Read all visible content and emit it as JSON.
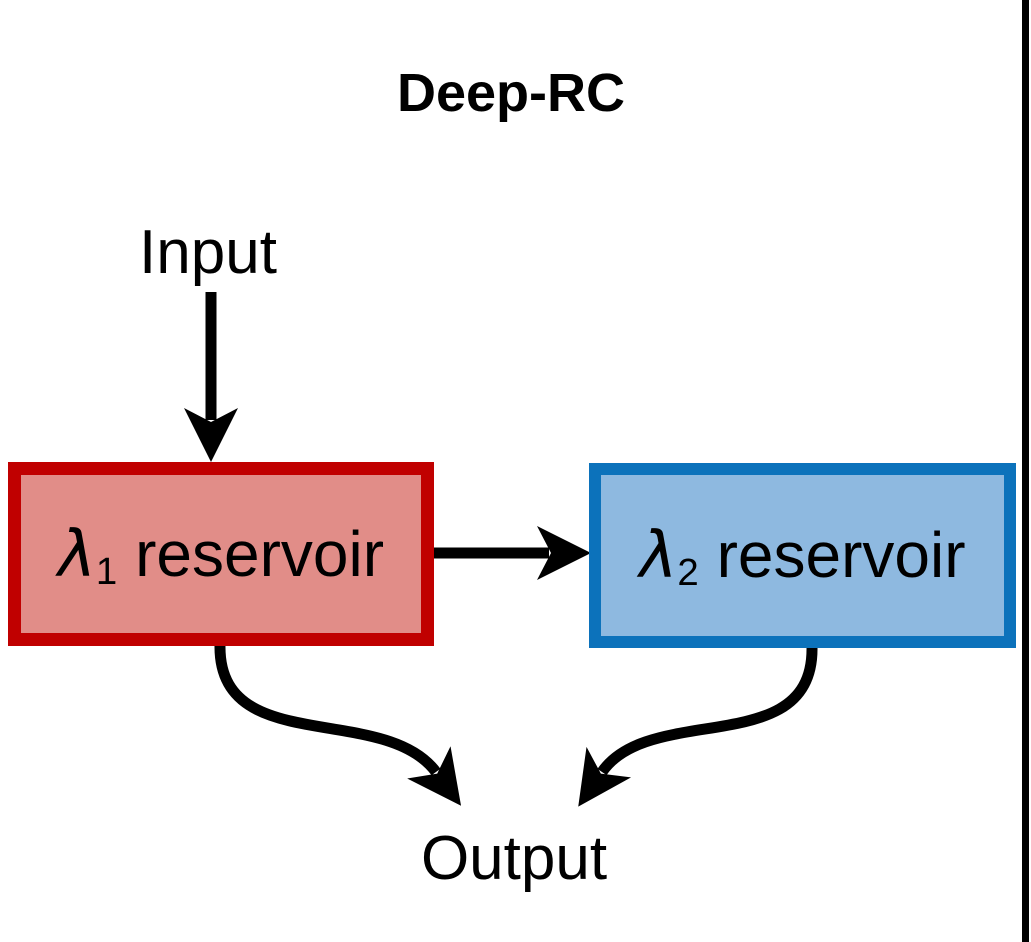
{
  "title": "Deep-RC",
  "labels": {
    "input": "Input",
    "output": "Output"
  },
  "reservoir1": {
    "symbol": "λ",
    "subscript": "1",
    "word": "reservoir",
    "border_color": "#C00000",
    "fill_color": "#E18D88"
  },
  "reservoir2": {
    "symbol": "λ",
    "subscript": "2",
    "word": "reservoir",
    "border_color": "#0C72BB",
    "fill_color": "#8EB9E0"
  },
  "colors": {
    "arrow": "#000000",
    "frame": "#000000",
    "text": "#000000",
    "background": "#FFFFFF"
  }
}
